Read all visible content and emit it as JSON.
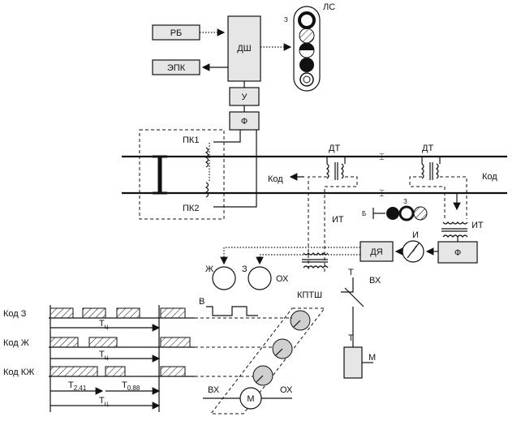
{
  "blocks": {
    "rb": "РБ",
    "epk": "ЭПК",
    "dsh": "ДШ",
    "u": "У",
    "f_top": "Ф",
    "dya": "ДЯ",
    "f_right": "Ф",
    "m": "М"
  },
  "signal": {
    "ls": "ЛС",
    "z": "З",
    "b": "Б"
  },
  "labels": {
    "pk1": "ПК1",
    "pk2": "ПК2",
    "dt_left": "ДТ",
    "dt_right": "ДТ",
    "kod_left": "Код",
    "kod_right": "Код",
    "it_left": "ИТ",
    "it_right": "ИТ",
    "i": "И",
    "zh": "Ж",
    "z": "З",
    "v": "В",
    "ox_top": "ОХ",
    "kptsh": "КПТШ",
    "t_top": "Т",
    "vx_top": "ВХ",
    "t_mid": "Т",
    "m_right": "М",
    "vx_bottom": "ВХ",
    "ox_bottom": "ОХ"
  },
  "codes": {
    "kod_z": "Код З",
    "kod_zh": "Код Ж",
    "kod_kzh": "Код КЖ",
    "tc": "T",
    "tc_sub": "ц",
    "t_sub2": "2,41",
    "t_sub3": "0,88"
  }
}
